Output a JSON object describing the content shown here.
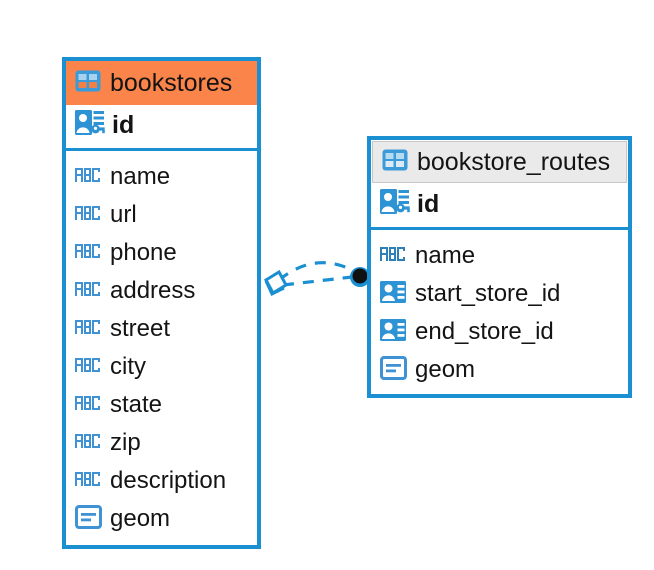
{
  "diagram": {
    "type": "entity-relationship-diagram",
    "background": "#ffffff",
    "accent_blue": "#1a8fd1",
    "header_orange": "#fa8449",
    "header_gray": "#eaeaea"
  },
  "entities": [
    {
      "name": "bookstores",
      "header_style": "orange",
      "table_icon": "table-icon",
      "primary_key": {
        "label": "id",
        "icon": "primary-key-icon"
      },
      "fields": [
        {
          "label": "name",
          "icon": "abc-text-icon"
        },
        {
          "label": "url",
          "icon": "abc-text-icon"
        },
        {
          "label": "phone",
          "icon": "abc-text-icon"
        },
        {
          "label": "address",
          "icon": "abc-text-icon"
        },
        {
          "label": "street",
          "icon": "abc-text-icon"
        },
        {
          "label": "city",
          "icon": "abc-text-icon"
        },
        {
          "label": "state",
          "icon": "abc-text-icon"
        },
        {
          "label": "zip",
          "icon": "abc-text-icon"
        },
        {
          "label": "description",
          "icon": "abc-text-icon"
        },
        {
          "label": "geom",
          "icon": "geometry-icon"
        }
      ]
    },
    {
      "name": "bookstore_routes",
      "header_style": "gray",
      "table_icon": "table-icon",
      "primary_key": {
        "label": "id",
        "icon": "primary-key-icon"
      },
      "fields": [
        {
          "label": "name",
          "icon": "abc-text-icon"
        },
        {
          "label": "start_store_id",
          "icon": "foreign-key-icon"
        },
        {
          "label": "end_store_id",
          "icon": "foreign-key-icon"
        },
        {
          "label": "geom",
          "icon": "geometry-icon"
        }
      ]
    }
  ],
  "relationship": {
    "source_entity": "bookstores",
    "target_entity": "bookstore_routes",
    "source_marker": "diamond-marker",
    "target_marker": "filled-circle-marker",
    "line_style": "dashed",
    "line_color": "#1a8fd1",
    "connector_count": 2
  }
}
